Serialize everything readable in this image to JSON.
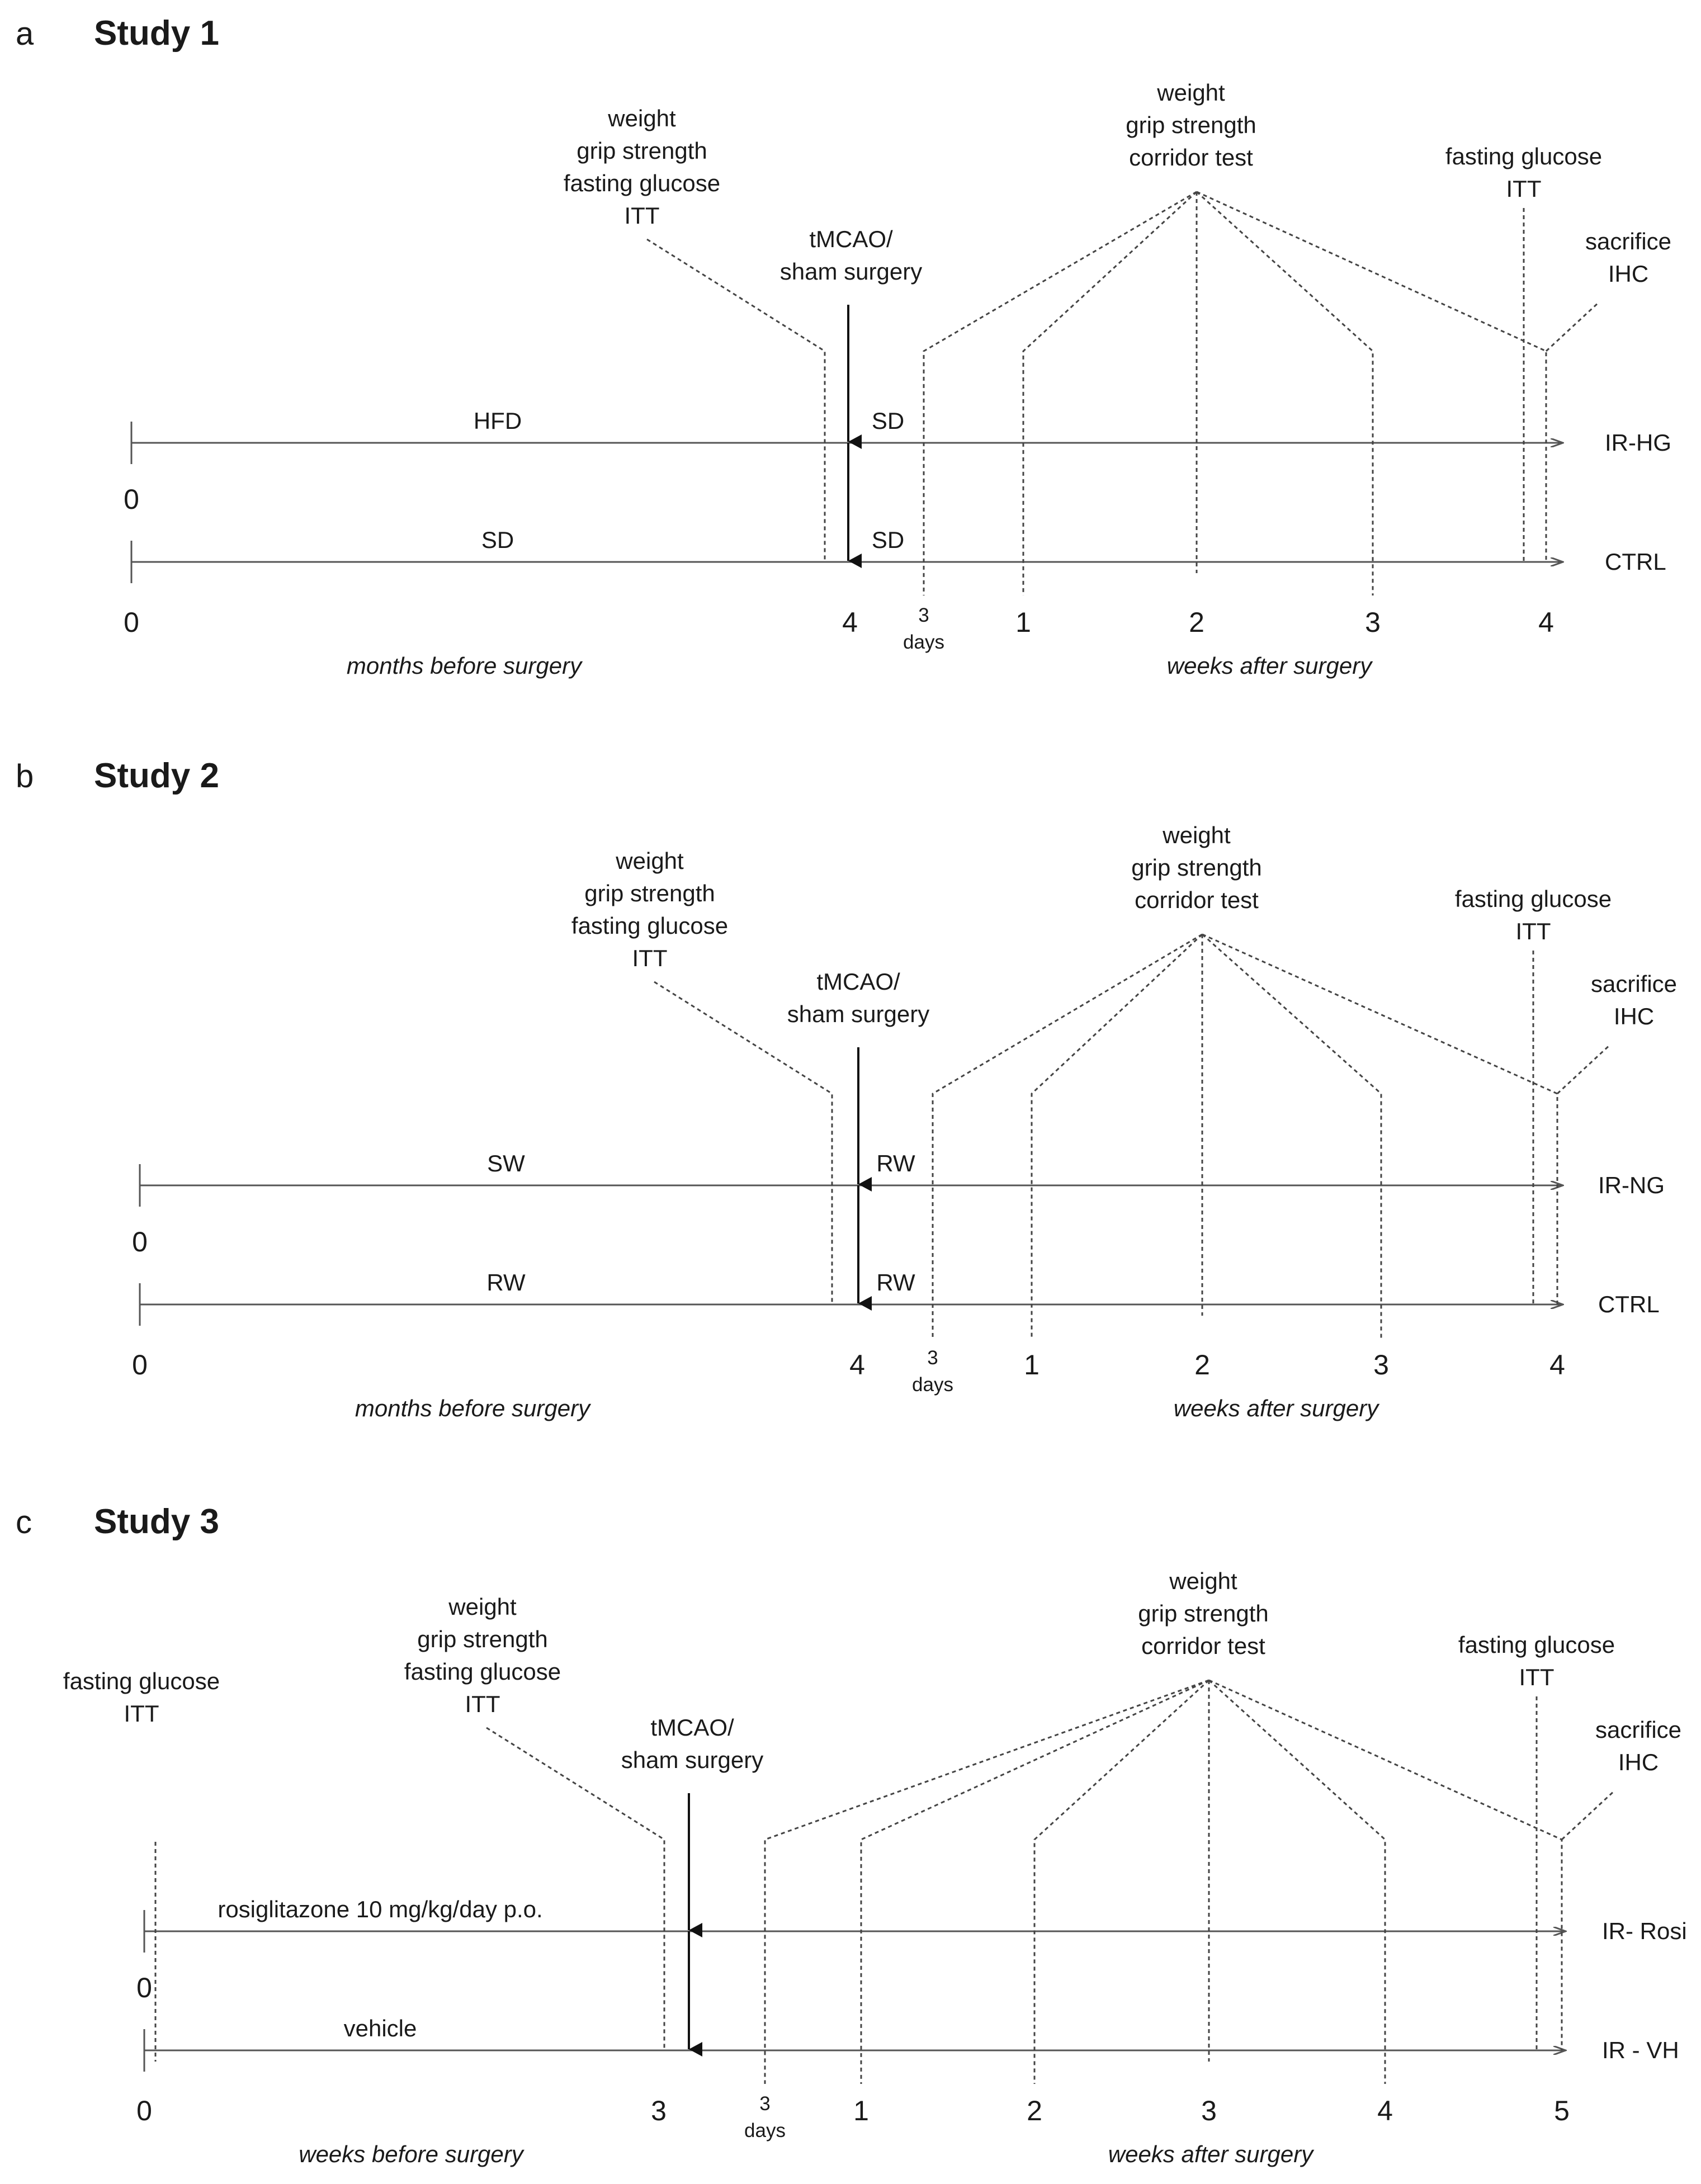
{
  "panels": [
    {
      "letter": "a",
      "title": "Study 1",
      "pre_label": null,
      "pre_measures": [
        "weight",
        "grip strength",
        "fasting glucose",
        "ITT"
      ],
      "surgery": [
        "tMCAO/",
        "sham surgery"
      ],
      "behavior": [
        "weight",
        "grip strength",
        "corridor test"
      ],
      "late_measures": [
        "fasting glucose",
        "ITT"
      ],
      "end_measures": [
        "sacrifice",
        "IHC"
      ],
      "line1": {
        "left_label": "HFD",
        "right_label": "SD",
        "end_label": "IR-HG"
      },
      "line2": {
        "left_label": "SD",
        "right_label": "SD",
        "end_label": "CTRL"
      },
      "ticks": {
        "start": "0",
        "surgery": "4",
        "day3": "3",
        "day3_unit": "days",
        "weeks": [
          "1",
          "2",
          "3",
          "4"
        ]
      },
      "captions": {
        "before": "months before surgery",
        "after": "weeks after surgery"
      }
    },
    {
      "letter": "b",
      "title": "Study 2",
      "pre_label": null,
      "pre_measures": [
        "weight",
        "grip strength",
        "fasting glucose",
        "ITT"
      ],
      "surgery": [
        "tMCAO/",
        "sham surgery"
      ],
      "behavior": [
        "weight",
        "grip strength",
        "corridor test"
      ],
      "late_measures": [
        "fasting glucose",
        "ITT"
      ],
      "end_measures": [
        "sacrifice",
        "IHC"
      ],
      "line1": {
        "left_label": "SW",
        "right_label": "RW",
        "end_label": "IR-NG"
      },
      "line2": {
        "left_label": "RW",
        "right_label": "RW",
        "end_label": "CTRL"
      },
      "ticks": {
        "start": "0",
        "surgery": "4",
        "day3": "3",
        "day3_unit": "days",
        "weeks": [
          "1",
          "2",
          "3",
          "4"
        ]
      },
      "captions": {
        "before": "months before surgery",
        "after": "weeks after surgery"
      }
    },
    {
      "letter": "c",
      "title": "Study 3",
      "pre_label": [
        "fasting glucose",
        "ITT"
      ],
      "pre_measures": [
        "weight",
        "grip strength",
        "fasting glucose",
        "ITT"
      ],
      "surgery": [
        "tMCAO/",
        "sham surgery"
      ],
      "behavior": [
        "weight",
        "grip strength",
        "corridor test"
      ],
      "late_measures": [
        "fasting glucose",
        "ITT"
      ],
      "end_measures": [
        "sacrifice",
        "IHC"
      ],
      "line1": {
        "left_label": "rosiglitazone 10 mg/kg/day p.o.",
        "right_label": "",
        "end_label": "IR- Rosi"
      },
      "line2": {
        "left_label": "vehicle",
        "right_label": "",
        "end_label": "IR - VH"
      },
      "ticks": {
        "start": "0",
        "surgery": "3",
        "day3": "3",
        "day3_unit": "days",
        "weeks": [
          "1",
          "2",
          "3",
          "4",
          "5"
        ]
      },
      "captions": {
        "before": "weeks before surgery",
        "after": "weeks after surgery"
      }
    }
  ]
}
